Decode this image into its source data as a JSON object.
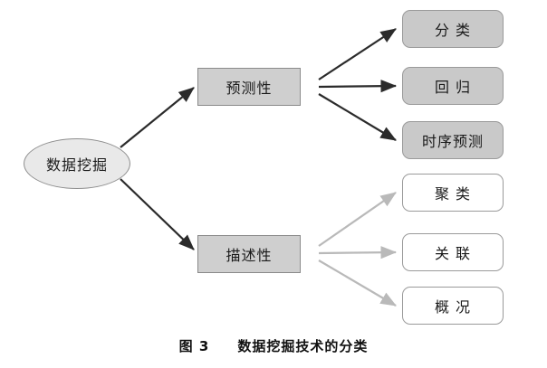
{
  "figure": {
    "caption_label": "图 3",
    "caption_text": "数据挖掘技术的分类"
  },
  "diagram": {
    "type": "tree",
    "root": {
      "label": "数据挖掘",
      "shape": "ellipse",
      "fill": "#e9e9e9"
    },
    "branches": [
      {
        "label": "预测性",
        "shape": "rect",
        "fill": "#cfcfcf",
        "children": [
          {
            "label": "分 类",
            "fill": "#c9c9c9"
          },
          {
            "label": "回 归",
            "fill": "#c9c9c9"
          },
          {
            "label": "时序预测",
            "fill": "#c9c9c9"
          }
        ]
      },
      {
        "label": "描述性",
        "shape": "rect",
        "fill": "#cfcfcf",
        "children": [
          {
            "label": "聚 类",
            "fill": "#ffffff"
          },
          {
            "label": "关 联",
            "fill": "#ffffff"
          },
          {
            "label": "概 况",
            "fill": "#ffffff"
          }
        ]
      }
    ],
    "edge_colors": {
      "dark": "#2b2b2b",
      "light": "#b9b9b9"
    }
  }
}
